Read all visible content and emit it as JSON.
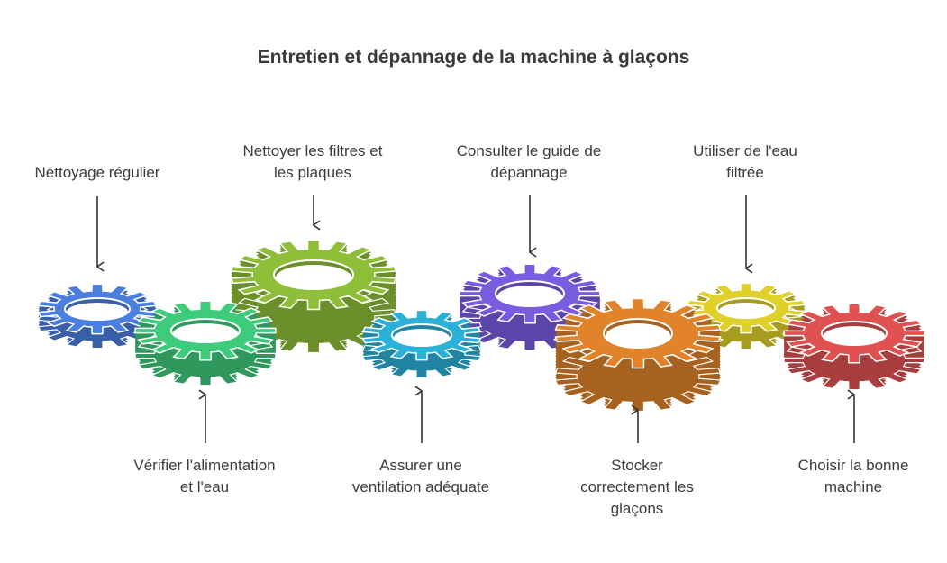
{
  "title": "Entretien et dépannage de la machine à glaçons",
  "steps": [
    {
      "lines": [
        "Nettoyage régulier"
      ],
      "color": "#4a7fe0",
      "position": "top"
    },
    {
      "lines": [
        "Vérifier l'alimentation",
        "et l'eau"
      ],
      "color": "#3fcb7c",
      "position": "bottom"
    },
    {
      "lines": [
        "Nettoyer les filtres et",
        "les plaques"
      ],
      "color": "#8fbe38",
      "position": "top"
    },
    {
      "lines": [
        "Assurer une",
        "ventilation adéquate"
      ],
      "color": "#2bb0d8",
      "position": "bottom"
    },
    {
      "lines": [
        "Consulter le guide de",
        "dépannage"
      ],
      "color": "#7a5ce0",
      "position": "top"
    },
    {
      "lines": [
        "Stocker",
        "correctement les",
        "glaçons"
      ],
      "color": "#e0832a",
      "position": "bottom"
    },
    {
      "lines": [
        "Utiliser de l'eau",
        "filtrée"
      ],
      "color": "#e0d02a",
      "position": "top"
    },
    {
      "lines": [
        "Choisir la bonne",
        "machine"
      ],
      "color": "#e05252",
      "position": "bottom"
    }
  ]
}
